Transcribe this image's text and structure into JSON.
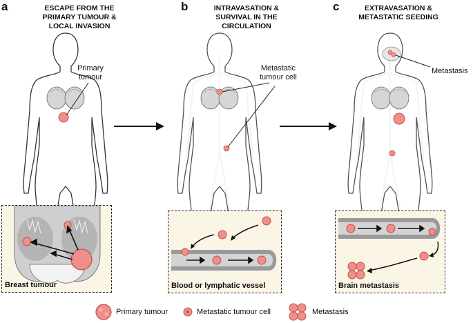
{
  "panels": [
    {
      "letter": "a",
      "title_lines": [
        "ESCAPE FROM THE",
        "PRIMARY TUMOUR &",
        "LOCAL INVASION"
      ],
      "callout_lines": [
        "Primary",
        "tumour"
      ],
      "inset_label": "Breast tumour"
    },
    {
      "letter": "b",
      "title_lines": [
        "INTRAVASATION &",
        "SURVIVAL IN THE",
        "CIRCULATION"
      ],
      "callout_lines": [
        "Metastatic",
        "tumour cell"
      ],
      "inset_label": "Blood or lymphatic vessel"
    },
    {
      "letter": "c",
      "title_lines": [
        "EXTRAVASATION &",
        "METASTATIC SEEDING"
      ],
      "callout_lines": [
        "Metastasis"
      ],
      "inset_label": "Brain metastasis"
    }
  ],
  "legend": [
    {
      "label": "Primary tumour",
      "icon": "primary-tumour-icon"
    },
    {
      "label": "Metastatic tumour cell",
      "icon": "metastatic-cell-icon"
    },
    {
      "label": "Metastasis",
      "icon": "metastasis-cluster-icon"
    }
  ],
  "colors": {
    "tumour": "#ef8f8a",
    "tumour_dark": "#d9605d",
    "inset_bg": "#fbf5e6",
    "vessel": "#9a9a9a",
    "body_outline": "#333333"
  }
}
